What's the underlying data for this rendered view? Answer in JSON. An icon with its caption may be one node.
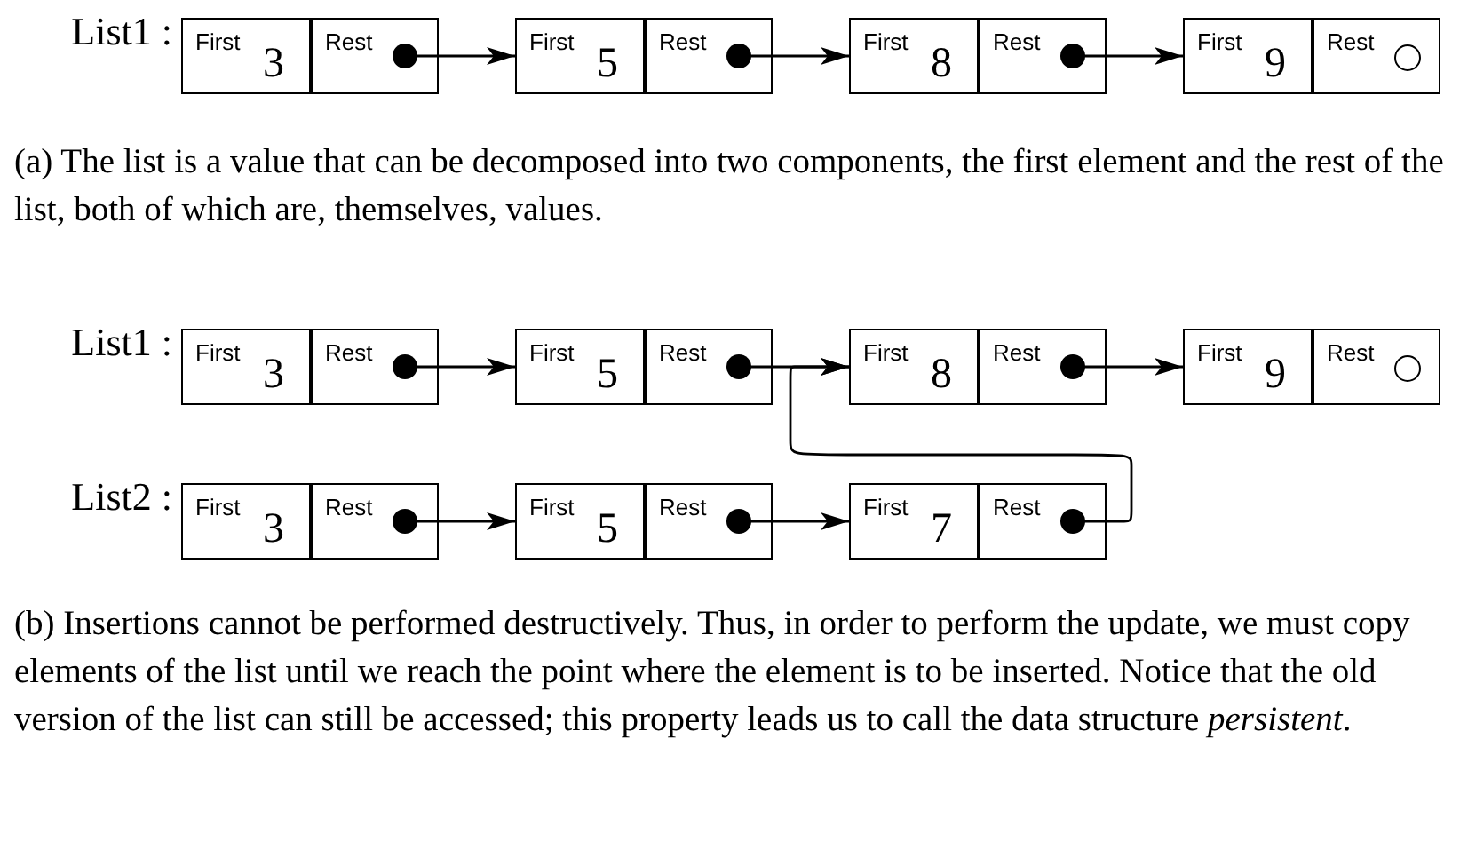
{
  "diagram": {
    "nodes": [
      {
        "text": [
          "First",
          "3"
        ],
        "beside": [
          "List1 :"
        ]
      },
      {
        "text": [
          "Rest"
        ]
      },
      {
        "text": [
          "First",
          "5"
        ]
      },
      {
        "text": [
          "Rest"
        ]
      },
      {
        "text": [
          "First",
          "8"
        ]
      },
      {
        "text": [
          "Rest"
        ]
      },
      {
        "text": [
          "First",
          "9"
        ]
      },
      {
        "text": [
          "Rest"
        ]
      },
      {
        "text": [],
        "shape": "circle",
        "in": 7
      },
      {
        "text": [
          "First",
          "3"
        ],
        "beside": [
          "List1 :"
        ]
      },
      {
        "text": [
          "Rest"
        ]
      },
      {
        "text": [
          "First",
          "5"
        ]
      },
      {
        "text": [
          "Rest"
        ]
      },
      {
        "text": [
          "First",
          "8"
        ]
      },
      {
        "text": [
          "Rest"
        ]
      },
      {
        "text": [
          "First",
          "9"
        ]
      },
      {
        "text": [
          "Rest"
        ]
      },
      {
        "text": [],
        "shape": "circle",
        "in": 16
      },
      {
        "text": [
          "First",
          "3"
        ],
        "beside": [
          "List2 :"
        ]
      },
      {
        "text": [
          "Rest"
        ]
      },
      {
        "text": [
          "First",
          "5"
        ]
      },
      {
        "text": [
          "Rest"
        ]
      },
      {
        "text": [
          "First",
          "7"
        ]
      },
      {
        "text": [
          "Rest"
        ]
      }
    ],
    "edges": [
      {
        "from": 1,
        "to": 2,
        "arrow": "to"
      },
      {
        "from": 3,
        "to": 4,
        "arrow": "to"
      },
      {
        "from": 5,
        "to": 6,
        "arrow": "to"
      },
      {
        "from": 10,
        "to": 11,
        "arrow": "to"
      },
      {
        "from": 12,
        "to": 13,
        "arrow": "to"
      },
      {
        "from": 14,
        "to": 15,
        "arrow": "to"
      },
      {
        "from": 19,
        "to": 20,
        "arrow": "to"
      },
      {
        "from": 21,
        "to": 22,
        "arrow": "to"
      },
      {
        "from": 23,
        "to": 13,
        "arrow": "to"
      }
    ],
    "labels": [
      "(a) The list is a value that can be decomposed into two components, the first element and the rest of the list, both of which are, themselves, values.",
      "(b) Insertions cannot be performed destructively. Thus, in order to perform the update, we must copy elements of the list until we reach the point where the element is to be inserted. Notice that the old version of the list can still be accessed; this property leads us to call the data structure *persistent*."
    ]
  }
}
